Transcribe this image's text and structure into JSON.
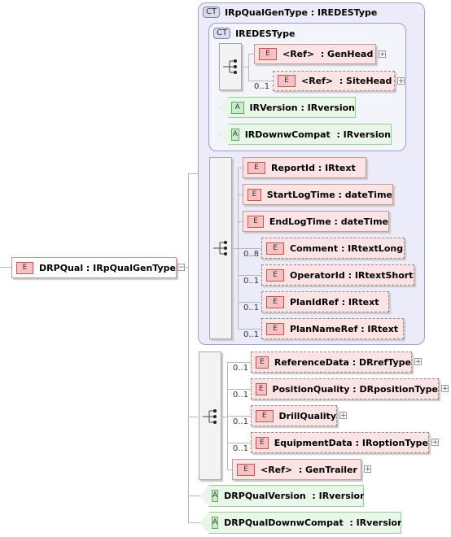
{
  "root": {
    "badge": "E",
    "name": "DRPQual",
    "type": "IRpQualGenType",
    "expander": "−"
  },
  "outer_ct": {
    "badge": "CT",
    "title": "IRpQualGenType : IREDESType"
  },
  "inner_ct": {
    "badge": "CT",
    "title": "IREDESType"
  },
  "inner_elements": [
    {
      "badge": "E",
      "name": "<Ref>",
      "type": "GenHead",
      "card": "",
      "optional": false,
      "expander": "+"
    },
    {
      "badge": "E",
      "name": "<Ref>",
      "type": "SiteHead",
      "card": "0..1",
      "optional": true,
      "expander": "+"
    }
  ],
  "inner_attrs": [
    {
      "badge": "A",
      "name": "IRVersion",
      "type": "IRversion"
    },
    {
      "badge": "A",
      "name": "IRDownwCompat",
      "type": "IRversion"
    }
  ],
  "seq1": [
    {
      "badge": "E",
      "name": "ReportId",
      "type": "IRtext",
      "card": "",
      "optional": false
    },
    {
      "badge": "E",
      "name": "StartLogTime",
      "type": "dateTime",
      "card": "",
      "optional": false
    },
    {
      "badge": "E",
      "name": "EndLogTime",
      "type": "dateTime",
      "card": "",
      "optional": false
    },
    {
      "badge": "E",
      "name": "Comment",
      "type": "IRtextLong",
      "card": "0..8",
      "optional": true
    },
    {
      "badge": "E",
      "name": "OperatorId",
      "type": "IRtextShort",
      "card": "0..1",
      "optional": true
    },
    {
      "badge": "E",
      "name": "PlanIdRef",
      "type": "IRtext",
      "card": "0..1",
      "optional": true
    },
    {
      "badge": "E",
      "name": "PlanNameRef",
      "type": "IRtext",
      "card": "0..1",
      "optional": true
    }
  ],
  "seq2": [
    {
      "badge": "E",
      "name": "ReferenceData",
      "type": "DRrefType",
      "card": "0..1",
      "optional": true,
      "expander": "+"
    },
    {
      "badge": "E",
      "name": "PositionQuality",
      "type": "DRpositionType",
      "card": "0..1",
      "optional": true,
      "expander": "+"
    },
    {
      "badge": "E",
      "name": "DrillQuality",
      "type": "",
      "card": "0..1",
      "optional": true,
      "expander": "+"
    },
    {
      "badge": "E",
      "name": "EquipmentData",
      "type": "IRoptionType",
      "card": "0..1",
      "optional": true,
      "expander": "+"
    },
    {
      "badge": "E",
      "name": "<Ref>",
      "type": "GenTrailer",
      "card": "",
      "optional": false,
      "expander": "+"
    }
  ],
  "outer_attrs": [
    {
      "badge": "A",
      "name": "DRPQualVersion",
      "type": "IRversion"
    },
    {
      "badge": "A",
      "name": "DRPQualDownwCompat",
      "type": "IRversion"
    }
  ]
}
